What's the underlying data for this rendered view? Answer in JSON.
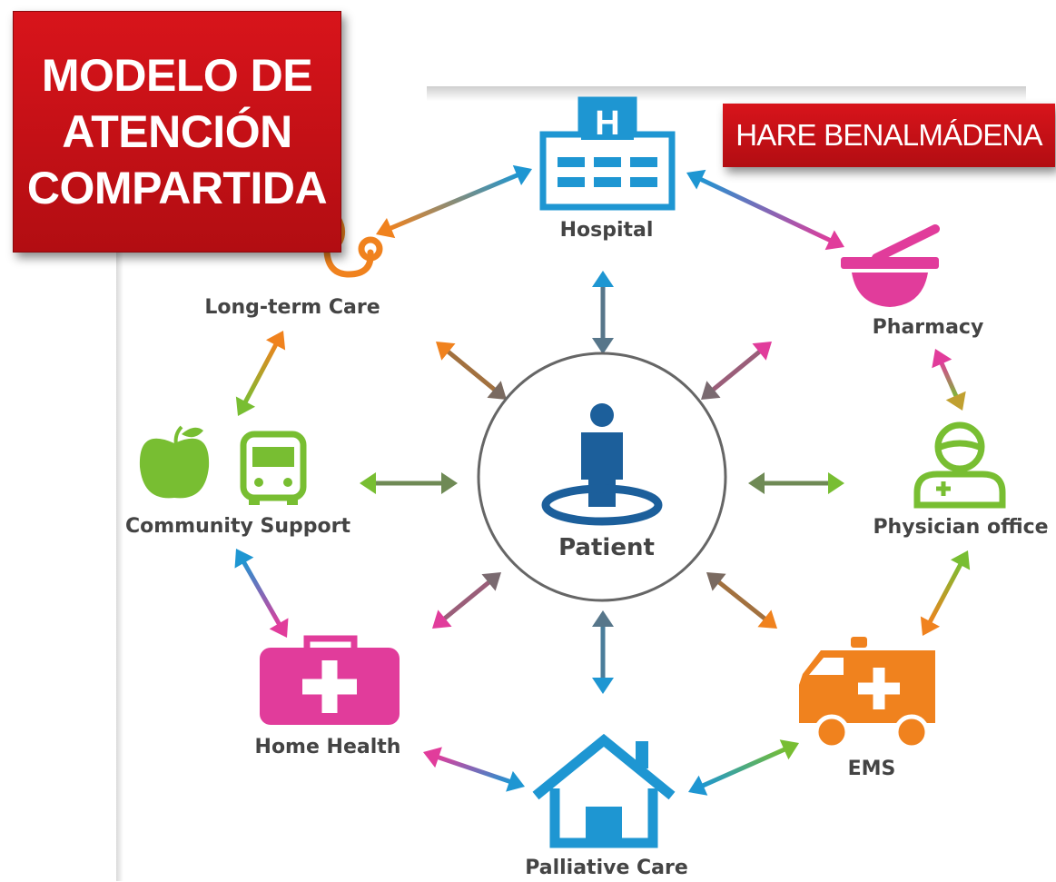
{
  "title_lines": [
    "MODELO DE",
    "ATENCIÓN",
    "COMPARTIDA"
  ],
  "subtitle": "HARE BENALMÁDENA",
  "center": {
    "label": "Patient",
    "icon": "patient-icon"
  },
  "nodes": [
    {
      "label": "Hospital",
      "icon": "hospital-icon",
      "color": "#1e96d2"
    },
    {
      "label": "Pharmacy",
      "icon": "mortar-pestle-icon",
      "color": "#e13c9b"
    },
    {
      "label": "Physician office",
      "icon": "physician-icon",
      "color": "#78be32"
    },
    {
      "label": "EMS",
      "icon": "ambulance-icon",
      "color": "#f0821e"
    },
    {
      "label": "Palliative Care",
      "icon": "house-icon",
      "color": "#1e96d2"
    },
    {
      "label": "Home Health",
      "icon": "medical-bag-icon",
      "color": "#e13c9b"
    },
    {
      "label": "Community Support",
      "icon": "apple-bus-icon",
      "color": "#78be32"
    },
    {
      "label": "Long-term Care",
      "icon": "stethoscope-icon",
      "color": "#f0821e"
    }
  ],
  "colors": {
    "banner_red": "#c8141c",
    "blue": "#1e96d2",
    "magenta": "#e13c9b",
    "green": "#78be32",
    "orange": "#f0821e",
    "label_gray": "#444444"
  }
}
